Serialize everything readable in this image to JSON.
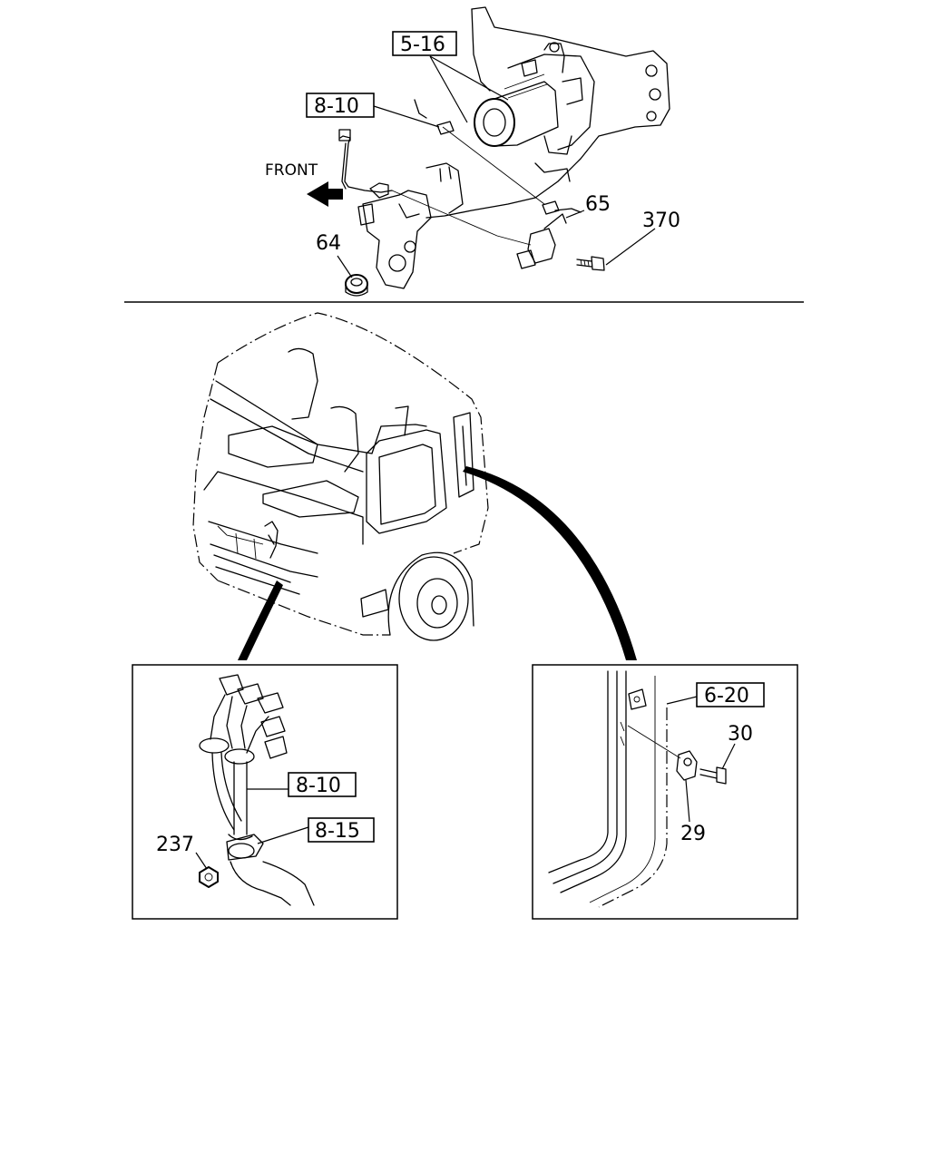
{
  "top_diagram": {
    "front_label": "FRONT",
    "refs": {
      "r516": "5-16",
      "r810": "8-10"
    },
    "parts": {
      "p65": "65",
      "p370": "370",
      "p64": "64"
    }
  },
  "left_detail": {
    "refs": {
      "r810": "8-10",
      "r815": "8-15"
    },
    "parts": {
      "p237": "237"
    }
  },
  "right_detail": {
    "refs": {
      "r620": "6-20"
    },
    "parts": {
      "p30": "30",
      "p29": "29"
    }
  }
}
